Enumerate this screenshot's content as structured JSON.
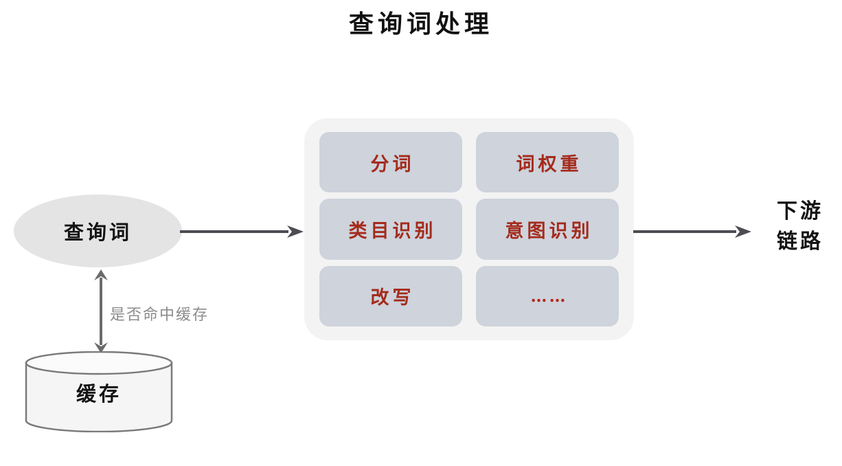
{
  "title": "查询词处理",
  "query_node": {
    "label": "查询词",
    "shape": "ellipse",
    "fill": "#e4e4e4"
  },
  "cache_node": {
    "label": "缓存",
    "shape": "cylinder",
    "fill": "#f5f5f5",
    "stroke": "#7a7a7a"
  },
  "cache_edge": {
    "label": "是否命中缓存",
    "direction": "bidirectional",
    "color": "#6b6b6b",
    "label_color": "#8b8b8b"
  },
  "edges": {
    "query_to_panel": "arrow-right",
    "panel_to_downstream": "arrow-right",
    "color": "#4c4c52"
  },
  "processing_panel": {
    "panel_fill": "#f3f3f3",
    "cell_fill": "#ced3dc",
    "cell_text_color": "#a42b1c",
    "cells": [
      {
        "label": "分词"
      },
      {
        "label": "词权重"
      },
      {
        "label": "类目识别"
      },
      {
        "label": "意图识别"
      },
      {
        "label": "改写"
      },
      {
        "label": "……"
      }
    ]
  },
  "downstream": {
    "line1": "下游",
    "line2": "链路"
  }
}
